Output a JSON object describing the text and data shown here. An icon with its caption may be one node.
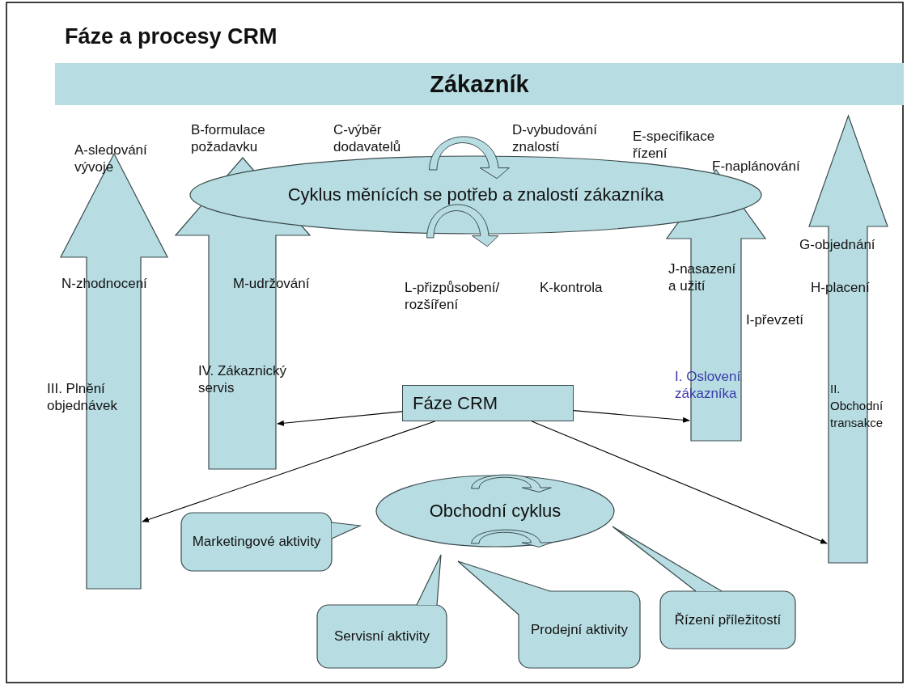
{
  "diagram": {
    "title": "Fáze a procesy CRM",
    "nodes": [
      {
        "text": [
          "Zákazník"
        ]
      },
      {
        "text": [
          "III. Plnění objednávek"
        ]
      },
      {
        "text": [
          "IV. Zákaznický servis"
        ]
      },
      {
        "text": [
          "Cyklus měnících se potřeb a znalostí zákazníka"
        ]
      },
      {
        "text": [
          "I. Oslovení zákazníka"
        ]
      },
      {
        "text": [
          "II. Obchodní transakce"
        ]
      },
      {
        "text": [
          "Fáze CRM"
        ]
      },
      {
        "text": [
          "Obchodní cyklus"
        ]
      },
      {
        "text": [
          "Marketingové aktivity"
        ]
      },
      {
        "text": [
          "Servisní aktivity"
        ]
      },
      {
        "text": [
          "Prodejní aktivity"
        ]
      },
      {
        "text": [
          "Řízení příležitostí"
        ]
      }
    ],
    "edges": [
      {
        "from": 6,
        "to": 2,
        "arrow": "to"
      },
      {
        "from": 6,
        "to": 1,
        "arrow": "to"
      },
      {
        "from": 6,
        "to": 4,
        "arrow": "to"
      },
      {
        "from": 6,
        "to": 5,
        "arrow": "to"
      }
    ],
    "labels": [
      "B-formulace požadavku",
      "C-výběr dodavatelů",
      "D-vybudování znalostí",
      "E-specifikace řízení",
      "A-sledování vývoje",
      "F-naplánování",
      "G-objednání",
      "J-nasazení a užití",
      "N-zhodnocení",
      "M-udržování",
      "L-přizpůsobení/ rozšíření",
      "K-kontrola",
      "H-placení",
      "I-převzetí"
    ]
  }
}
